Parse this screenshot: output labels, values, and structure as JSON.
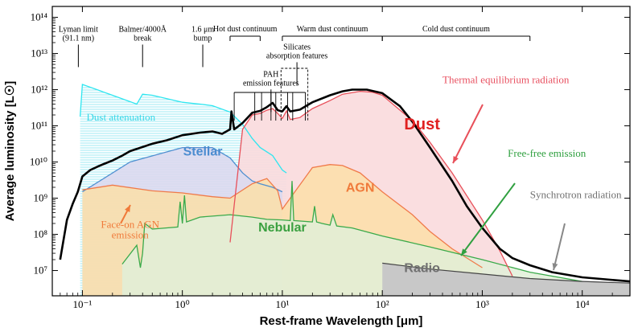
{
  "chart_data": {
    "type": "line",
    "xlabel": "Rest-frame Wavelength [μm]",
    "ylabel": "Average luminosity [L☉]",
    "xscale": "log",
    "yscale": "log",
    "xlim": [
      0.05,
      30000
    ],
    "ylim": [
      2000000,
      200000000000000
    ],
    "xticks": [
      {
        "v": 0.1,
        "label": "10⁻¹"
      },
      {
        "v": 1,
        "label": "10⁰"
      },
      {
        "v": 10,
        "label": "10¹"
      },
      {
        "v": 100,
        "label": "10²"
      },
      {
        "v": 1000,
        "label": "10³"
      },
      {
        "v": 10000,
        "label": "10⁴"
      }
    ],
    "yticks": [
      {
        "v": 10000000,
        "label": "10⁷"
      },
      {
        "v": 100000000,
        "label": "10⁸"
      },
      {
        "v": 1000000000,
        "label": "10⁹"
      },
      {
        "v": 10000000000,
        "label": "10¹⁰"
      },
      {
        "v": 100000000000,
        "label": "10¹¹"
      },
      {
        "v": 1000000000000,
        "label": "10¹²"
      },
      {
        "v": 10000000000000,
        "label": "10¹³"
      },
      {
        "v": 100000000000000,
        "label": "10¹⁴"
      }
    ],
    "series": [
      {
        "key": "unattenuated",
        "color": "#2ee6f0",
        "x": [
          0.095,
          0.1,
          0.2,
          0.35,
          0.4,
          0.5,
          1,
          1.5,
          2,
          3,
          4,
          5,
          6,
          8,
          10,
          11
        ],
        "y": [
          180000000000.0,
          1400000000000.0,
          700000000000.0,
          400000000000.0,
          750000000000.0,
          700000000000.0,
          450000000000.0,
          400000000000.0,
          360000000000.0,
          240000000000.0,
          110000000000.0,
          45000000000.0,
          25000000000.0,
          15000000000.0,
          6000000000.0,
          5000000000.0
        ]
      },
      {
        "key": "stellar",
        "color": "#4f8fd0",
        "x": [
          0.1,
          0.3,
          1,
          2,
          3,
          4,
          5,
          6,
          8,
          10
        ],
        "y": [
          1500000000.0,
          10000000000.0,
          25000000000.0,
          25000000000.0,
          13000000000.0,
          5000000000.0,
          3000000000.0,
          2500000000.0,
          2000000000.0,
          1500000000.0
        ]
      },
      {
        "key": "nebular",
        "color": "#3aaa4a",
        "x": [
          0.25,
          0.35,
          0.38,
          0.4,
          0.42,
          0.5,
          0.9,
          0.95,
          1,
          1.05,
          1.1,
          1.5,
          3,
          5,
          7,
          10,
          12,
          12.5,
          13,
          20,
          21,
          22,
          25,
          30,
          32,
          35,
          50,
          100,
          300,
          1000,
          3000,
          10000
        ],
        "y": [
          15000000.0,
          50000000.0,
          12000000.0,
          30000000.0,
          200000000.0,
          140000000.0,
          160000000.0,
          800000000.0,
          200000000.0,
          1200000000.0,
          220000000.0,
          300000000.0,
          350000000.0,
          300000000.0,
          260000000.0,
          250000000.0,
          240000000.0,
          3000000000.0,
          240000000.0,
          220000000.0,
          600000000.0,
          220000000.0,
          200000000.0,
          180000000.0,
          350000000.0,
          170000000.0,
          150000000.0,
          90000000.0,
          45000000.0,
          20000000.0,
          9000000.0,
          5000000.0
        ]
      },
      {
        "key": "agn",
        "color": "#f07a4a",
        "x": [
          0.1,
          0.2,
          0.5,
          1,
          2,
          3,
          5,
          7,
          9,
          10,
          20,
          30,
          40,
          60,
          100,
          200,
          300,
          500,
          1000
        ],
        "y": [
          1700000000.0,
          2300000000.0,
          1600000000.0,
          1400000000.0,
          1100000000.0,
          1000000000.0,
          2500000000.0,
          3500000000.0,
          1600000000.0,
          500000000.0,
          7000000000.0,
          8500000000.0,
          8000000000.0,
          5000000000.0,
          1500000000.0,
          350000000.0,
          120000000.0,
          40000000.0,
          12000000.0
        ]
      },
      {
        "key": "dust",
        "color": "#e8505a",
        "x": [
          3,
          4,
          5,
          6,
          7,
          8,
          9,
          10,
          11,
          12,
          15,
          20,
          30,
          40,
          60,
          80,
          100,
          200,
          300,
          500,
          1000,
          1500,
          2000
        ],
        "y": [
          60000000.0,
          80000000000.0,
          200000000000.0,
          220000000000.0,
          270000000000.0,
          300000000000.0,
          220000000000.0,
          160000000000.0,
          260000000000.0,
          150000000000.0,
          170000000000.0,
          300000000000.0,
          500000000000.0,
          750000000000.0,
          900000000000.0,
          850000000000.0,
          700000000000.0,
          140000000000.0,
          35000000000.0,
          5000000000.0,
          250000000.0,
          35000000.0,
          7000000.0
        ]
      },
      {
        "key": "radio",
        "color": "#888888",
        "x": [
          100,
          300,
          1000,
          3000,
          10000,
          30000
        ],
        "y": [
          16000000.0,
          11000000.0,
          8000000.0,
          6000000.0,
          5000000.0,
          4500000.0
        ]
      },
      {
        "key": "total",
        "color": "#000000",
        "x": [
          0.06,
          0.07,
          0.08,
          0.09,
          0.1,
          0.12,
          0.15,
          0.2,
          0.25,
          0.3,
          0.4,
          0.5,
          0.7,
          1,
          1.5,
          2,
          2.5,
          3,
          3.1,
          3.3,
          3.5,
          4,
          5,
          6,
          7,
          8,
          9,
          10,
          11,
          12,
          15,
          20,
          30,
          40,
          50,
          70,
          100,
          150,
          200,
          300,
          500,
          700,
          1000,
          1500,
          2000,
          3000,
          5000,
          10000,
          30000
        ],
        "y": [
          20000000.0,
          250000000.0,
          700000000.0,
          1500000000.0,
          4000000000.0,
          6000000000.0,
          8000000000.0,
          11000000000.0,
          15000000000.0,
          20000000000.0,
          26000000000.0,
          32000000000.0,
          40000000000.0,
          55000000000.0,
          65000000000.0,
          70000000000.0,
          60000000000.0,
          80000000000.0,
          250000000000.0,
          80000000000.0,
          90000000000.0,
          120000000000.0,
          230000000000.0,
          260000000000.0,
          330000000000.0,
          430000000000.0,
          270000000000.0,
          250000000000.0,
          350000000000.0,
          250000000000.0,
          280000000000.0,
          450000000000.0,
          700000000000.0,
          900000000000.0,
          1000000000000.0,
          1000000000000.0,
          800000000000.0,
          350000000000.0,
          130000000000.0,
          25000000000.0,
          3000000000.0,
          600000000.0,
          150000000.0,
          40000000.0,
          22000000.0,
          14000000.0,
          9000000.0,
          6500000.0,
          5000000.0
        ]
      }
    ],
    "region_labels": [
      {
        "key": "stellar",
        "text": "Stellar",
        "color": "#4a8cd0",
        "x": 1.6,
        "y": 15000000000.0,
        "size": 16
      },
      {
        "key": "dust",
        "text": "Dust",
        "color": "#e02020",
        "x": 250,
        "y": 80000000000.0,
        "size": 20
      },
      {
        "key": "agn",
        "text": "AGN",
        "color": "#f07a3a",
        "x": 60,
        "y": 1500000000.0,
        "size": 16
      },
      {
        "key": "nebular",
        "text": "Nebular",
        "color": "#3aa040",
        "x": 10,
        "y": 120000000.0,
        "size": 16
      },
      {
        "key": "radio",
        "text": "Radio",
        "color": "#707070",
        "x": 250,
        "y": 9000000.0,
        "size": 16
      }
    ],
    "component_labels": [
      {
        "text": "Dust attenuation",
        "color": "#3ad8e8",
        "x": 0.11,
        "y": 140000000000.0,
        "anchor": "start",
        "size": 15
      },
      {
        "text": "Thermal equilibrium radiation",
        "color": "#e85060",
        "x": 400,
        "y": 1500000000000.0,
        "anchor": "start",
        "size": 13
      },
      {
        "text": "Free-free emission",
        "color": "#30a040",
        "x": 1800,
        "y": 14000000000.0,
        "anchor": "start",
        "size": 13
      },
      {
        "text": "Synchrotron radiation",
        "color": "#707070",
        "x": 3000,
        "y": 1000000000.0,
        "anchor": "start",
        "size": 13
      }
    ],
    "face_on_agn": {
      "lines": [
        "Face-on AGN",
        "emission"
      ],
      "color": "#f07a3a",
      "x": 0.3,
      "y": 150000000.0
    },
    "feature_labels": [
      {
        "lines": [
          "Lyman limit",
          "(91.1 nm)"
        ],
        "x": 0.0911,
        "ytext": 40000000000000.0
      },
      {
        "lines": [
          "Balmer/4000Å",
          "break"
        ],
        "x": 0.4,
        "ytext": 40000000000000.0
      },
      {
        "lines": [
          "1.6 μm",
          "bump"
        ],
        "x": 1.6,
        "ytext": 40000000000000.0
      },
      {
        "lines": [
          "PAH",
          "emission features"
        ],
        "x": 7.7,
        "ytext": 2300000000000.0
      },
      {
        "lines": [
          "Silicates",
          "absorption features"
        ],
        "x": 14,
        "ytext": 13000000000000.0
      }
    ],
    "continuum_bars": [
      {
        "text": "Hot dust continuum",
        "x0": 3,
        "x1": 6
      },
      {
        "text": "Warm dust continuum",
        "x0": 10,
        "x1": 100
      },
      {
        "text": "Cold dust continuum",
        "x0": 100,
        "x1": 3000
      }
    ],
    "pah_lines": [
      3.3,
      5.3,
      6.2,
      7.7,
      8.6,
      11.3,
      12.7,
      17
    ],
    "silicate_lines": [
      9.7,
      18
    ]
  }
}
